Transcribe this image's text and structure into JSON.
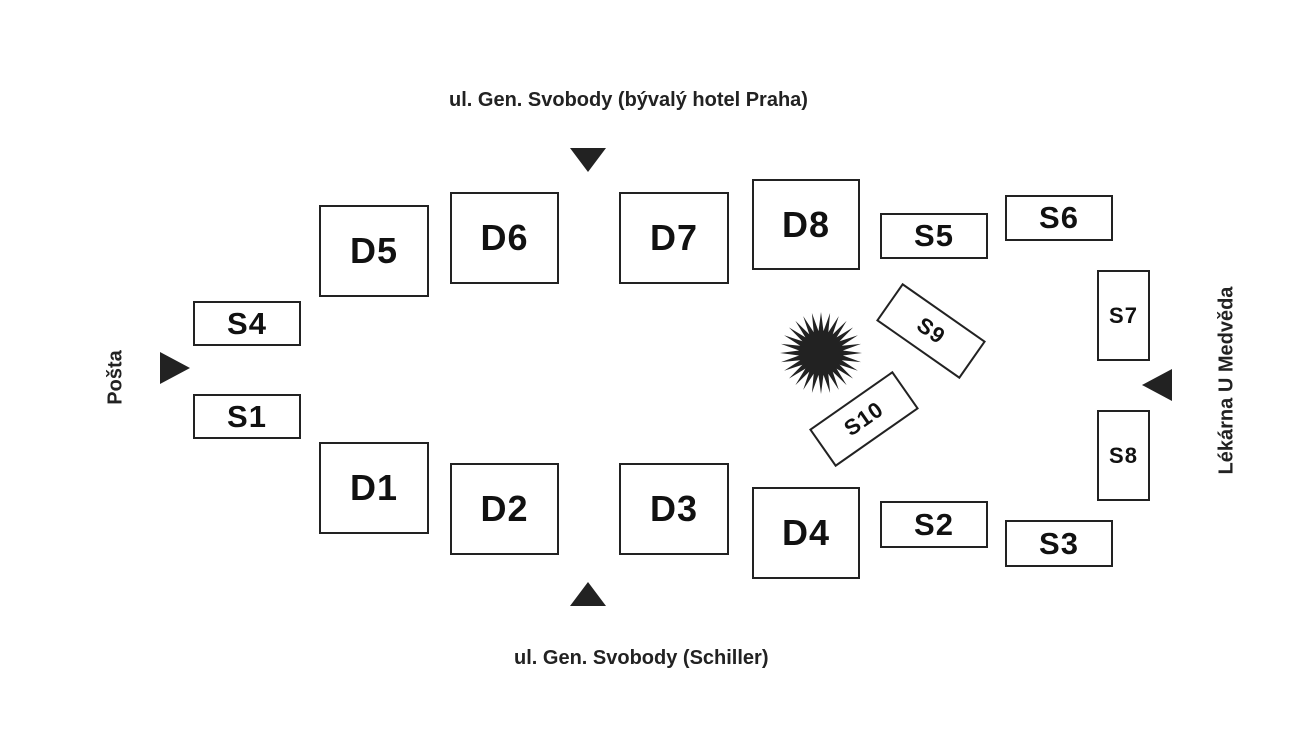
{
  "street_labels": {
    "top": "ul. Gen. Svobody (bývalý hotel Praha)",
    "bottom": "ul. Gen. Svobody (Schiller)",
    "left": "Pošta",
    "right": "Lékárna U Medvěda"
  },
  "stalls": {
    "D1": "D1",
    "D2": "D2",
    "D3": "D3",
    "D4": "D4",
    "D5": "D5",
    "D6": "D6",
    "D7": "D7",
    "D8": "D8",
    "S1": "S1",
    "S2": "S2",
    "S3": "S3",
    "S4": "S4",
    "S5": "S5",
    "S6": "S6",
    "S7": "S7",
    "S8": "S8",
    "S9": "S9",
    "S10": "S10"
  },
  "icons": {
    "entrance_arrow": "triangle-arrow-icon",
    "center_mark": "starburst-icon"
  },
  "colors": {
    "ink": "#222222",
    "background": "#ffffff"
  }
}
